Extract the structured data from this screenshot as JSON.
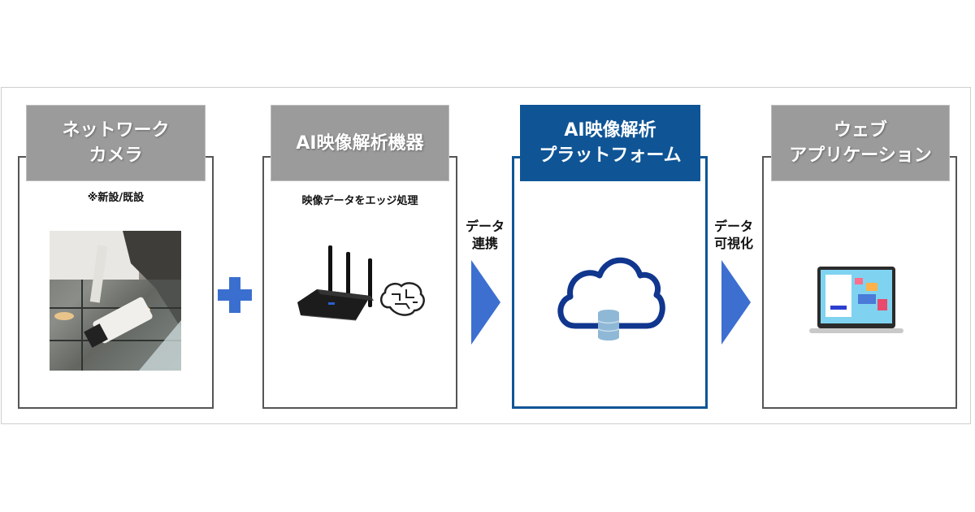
{
  "diagram": {
    "steps": [
      {
        "title_line1": "ネットワーク",
        "title_line2": "カメラ",
        "note": "※新設/既設",
        "icon": "security-camera-photo",
        "style": "gray"
      },
      {
        "title_line1": "AI映像解析機器",
        "title_line2": "",
        "note": "映像データをエッジ処理",
        "icon": "edge-router-and-brain-icon",
        "style": "gray"
      },
      {
        "title_line1": "AI映像解析",
        "title_line2": "プラットフォーム",
        "note": "",
        "icon": "cloud-database-icon",
        "style": "blue"
      },
      {
        "title_line1": "ウェブ",
        "title_line2": "アプリケーション",
        "note": "",
        "icon": "laptop-web-app-icon",
        "style": "gray"
      }
    ],
    "connectors": [
      {
        "type": "plus",
        "icon": "plus-icon",
        "line1": "",
        "line2": ""
      },
      {
        "type": "arrow",
        "icon": "arrow-right-icon",
        "line1": "データ",
        "line2": "連携"
      },
      {
        "type": "arrow",
        "icon": "arrow-right-icon",
        "line1": "データ",
        "line2": "可視化"
      }
    ],
    "colors": {
      "header_gray": "#9b9b9b",
      "accent_blue": "#0f5596",
      "arrow_blue": "#3c6fd0",
      "border_gray": "#555555"
    }
  }
}
